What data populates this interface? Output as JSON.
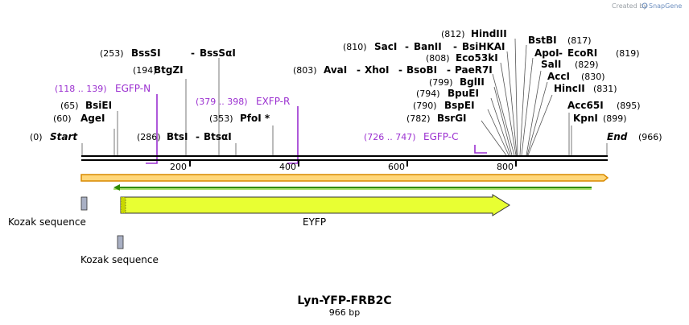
{
  "watermark": {
    "prefix": "Created by",
    "brand": "SnapGene"
  },
  "map": {
    "title": "Lyn-YFP-FRB2C",
    "length_label": "966 bp",
    "start": {
      "pos": "(0)",
      "label": "Start"
    },
    "end": {
      "label": "End",
      "pos": "(966)"
    },
    "ticks": [
      "200",
      "400",
      "600",
      "800"
    ]
  },
  "sites": [
    {
      "pos": "(60)",
      "name": "AgeI"
    },
    {
      "pos": "(65)",
      "name": "BsiEI"
    },
    {
      "pos": "(194)",
      "name": "BtgZI"
    },
    {
      "pos": "(253)",
      "name": "BssSI",
      "name2": "BssSαI"
    },
    {
      "pos": "(286)",
      "name": "BtsI",
      "name2": "BtsαI"
    },
    {
      "pos": "(353)",
      "name": "PfoI *"
    },
    {
      "pos": "(803)",
      "name": "AvaI",
      "name2": "XhoI",
      "name3": "BsoBI",
      "name4": "PaeR7I"
    },
    {
      "pos": "(810)",
      "name": "SacI",
      "name2": "BanII",
      "name3": "BsiHKAI"
    },
    {
      "pos": "(812)",
      "name": "HindIII"
    },
    {
      "pos": "(808)",
      "name": "Eco53kI"
    },
    {
      "pos": "(799)",
      "name": "BglII"
    },
    {
      "pos": "(794)",
      "name": "BpuEI"
    },
    {
      "pos": "(790)",
      "name": "BspEI"
    },
    {
      "pos": "(782)",
      "name": "BsrGI"
    },
    {
      "pos": "(817)",
      "name": "BstBI"
    },
    {
      "pos": "(819)",
      "name": "ApoI",
      "name2": "EcoRI"
    },
    {
      "pos": "(829)",
      "name": "SalI"
    },
    {
      "pos": "(830)",
      "name": "AccI"
    },
    {
      "pos": "(831)",
      "name": "HincII"
    },
    {
      "pos": "(895)",
      "name": "Acc65I"
    },
    {
      "pos": "(899)",
      "name": "KpnI"
    }
  ],
  "primers": [
    {
      "range": "(118 .. 139)",
      "name": "EGFP-N"
    },
    {
      "range": "(379 .. 398)",
      "name": "EXFP-R"
    },
    {
      "range": "(726 .. 747)",
      "name": "EGFP-C"
    }
  ],
  "features": [
    {
      "name": "Kozak sequence",
      "color": "#a9b0c4"
    },
    {
      "name": "EYFP",
      "color": "#e8ff33"
    },
    {
      "name": "Kozak sequence",
      "color": "#a9b0c4"
    }
  ],
  "colors": {
    "primer": "#9B30D0",
    "orf_outline": "#d98a00",
    "orf_fill": "#ffd77a",
    "orf_green": "#2e8b00",
    "yfp_fill": "#e8ff33"
  }
}
